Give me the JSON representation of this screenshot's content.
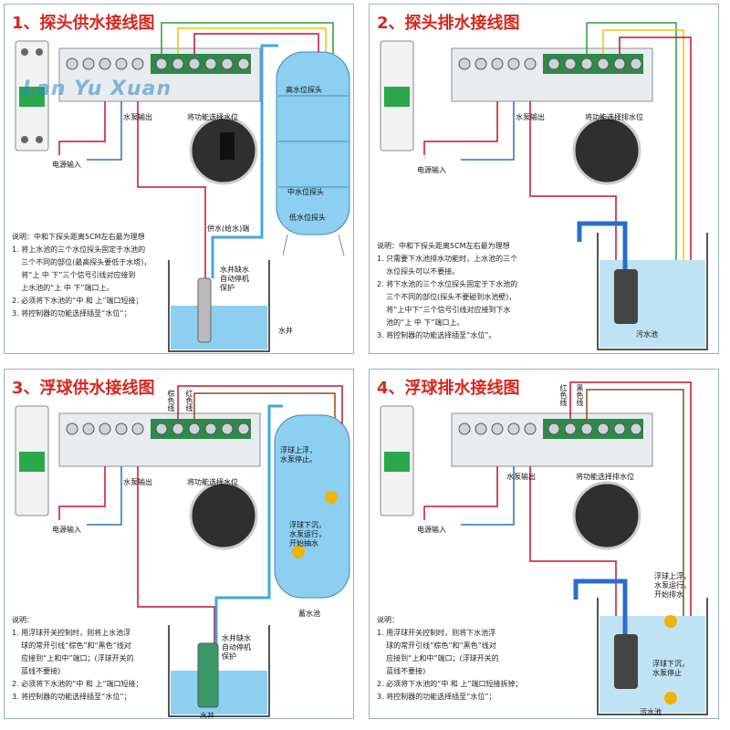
{
  "colors": {
    "title": "#d8261c",
    "water": "#3fa8e0",
    "tank": "#8ccff0",
    "wire_red": "#c8102e",
    "wire_yellow": "#e6c800",
    "wire_green": "#2e9e3a",
    "wire_blue": "#2a6ec8",
    "panel_border": "#9bb0c4"
  },
  "watermark": "Lan Yu Xuan",
  "panels": [
    {
      "title": "1、探头供水接线图",
      "labels": {
        "power": "电源输入",
        "pump_out": "水泵输出",
        "func": "将功能选择水位",
        "high": "高水位探头",
        "mid": "中水位探头",
        "low": "低水位探头",
        "supply": "供水(给水)端",
        "well": "水井",
        "protect": "水井缺水\n自动停机\n保护"
      },
      "note": "说明：中和下探头距离5CM左右最为理想\n1. 将上水池的三个水位探头固定于水池的\n    三个不同的部位(最高探头要低于水塔)，\n    将“上 中 下”三个信号引线对应接到\n    上水池的“上 中 下”端口上。\n2. 必须将下水池的“中 和 上”端口短接；\n3. 将控制器的功能选择插至“水位”；"
    },
    {
      "title": "2、探头排水接线图",
      "labels": {
        "power": "电源输入",
        "pump_out": "水泵输出",
        "func": "将功能选择排水位",
        "pool": "污水池"
      },
      "note": "说明：中和下探头距离5CM左右最为理想\n1. 只需要下水池排水功能时，上水池的三个\n    水位探头可以不要接。\n2. 将下水池的三个水位探头固定于下水池的\n    三个不同的部位(探头不要碰到水池壁)，\n    将“上中下”三个信号引线对应接到下水\n    池的“上 中 下”端口上。\n3. 将控制器的功能选择插至“水位”。"
    },
    {
      "title": "3、浮球供水接线图",
      "labels": {
        "power": "电源输入",
        "pump_out": "水泵输出",
        "func": "将功能选择水位",
        "brown": "棕色线",
        "red": "红色线",
        "float_up": "浮球上浮，\n水泵停止。",
        "float_down": "浮球下沉，\n水泵运行，\n开始抽水",
        "tank": "蓄水池",
        "well": "水井",
        "protect": "水井缺水\n自动停机\n保护"
      },
      "note": "说明：\n1. 用浮球开关控制时，则将上水池浮\n    球的常开引线“棕色”和“黑色”线对\n    应接到“上和中”端口；(浮球开关的\n    蓝线不要接)\n2. 必须将下水池的“中 和 上”端口短接；\n3. 将控制器的功能选择插至“水位”；"
    },
    {
      "title": "4、浮球排水接线图",
      "labels": {
        "power": "电源输入",
        "pump_out": "水泵输出",
        "func": "将功能选择排水位",
        "red": "红色线",
        "black": "黑色线",
        "float_up": "浮球上浮，\n水泵运行，\n开始排水",
        "float_down": "浮球下沉，\n水泵停止",
        "pool": "污水池"
      },
      "note": "说明：\n1. 用浮球开关控制时，则将下水池浮\n    球的常开引线“棕色”和“黑色”线对\n    应接到“上和中”端口；(浮球开关的\n    蓝线不要接)\n2. 必须将下水池的“中 和 上”端口短接拆掉；\n3. 将控制器的功能选择插至“水位”；"
    }
  ]
}
